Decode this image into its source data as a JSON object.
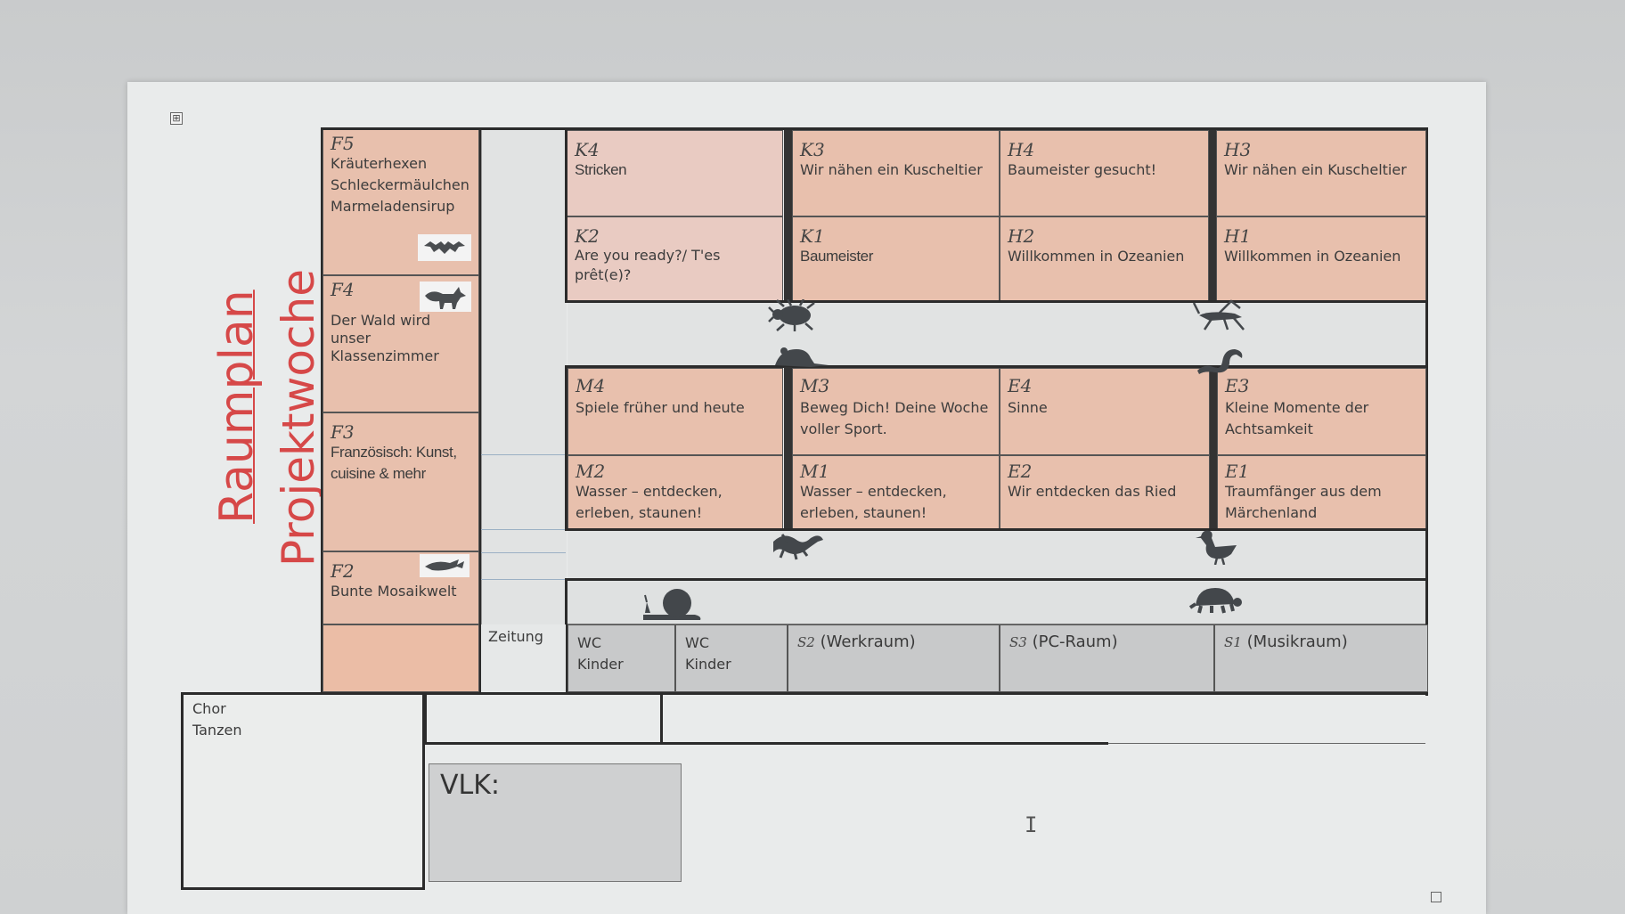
{
  "titles": {
    "raumplan": "Raumplan",
    "projektwoche": "Projektwoche"
  },
  "rooms": {
    "F5": {
      "code": "F5",
      "lines": [
        "Kräuterhexen",
        "Schleckermäulchen",
        "Marmeladensirup"
      ],
      "icon": "bat-icon"
    },
    "F4": {
      "code": "F4",
      "lines": [
        "Der Wald wird",
        "unser",
        "Klassenzimmer"
      ],
      "icon": "fox-icon"
    },
    "F3": {
      "code": "F3",
      "lines": [
        "Französisch: Kunst,",
        "cuisine & mehr"
      ]
    },
    "F2": {
      "code": "F2",
      "lines": [
        "Bunte Mosaikwelt"
      ],
      "icon": "fish-icon"
    },
    "K4": {
      "code": "K4",
      "text": "Stricken"
    },
    "K3": {
      "code": "K3",
      "text": "Wir nähen ein Kuscheltier"
    },
    "H4": {
      "code": "H4",
      "text": "Baumeister gesucht!"
    },
    "H3": {
      "code": "H3",
      "text": "Wir nähen ein Kuscheltier"
    },
    "K2": {
      "code": "K2",
      "lines": [
        "Are you ready?/ T'es",
        "prêt(e)?"
      ]
    },
    "K1": {
      "code": "K1",
      "text": "Baumeister"
    },
    "H2": {
      "code": "H2",
      "text": "Willkommen in Ozeanien"
    },
    "H1": {
      "code": "H1",
      "text": "Willkommen in Ozeanien"
    },
    "M4": {
      "code": "M4",
      "text": "Spiele früher und heute"
    },
    "M3": {
      "code": "M3",
      "lines": [
        "Beweg Dich! Deine Woche",
        "voller Sport."
      ]
    },
    "E4": {
      "code": "E4",
      "text": "Sinne"
    },
    "E3": {
      "code": "E3",
      "lines": [
        "Kleine Momente der",
        "Achtsamkeit"
      ]
    },
    "M2": {
      "code": "M2",
      "lines": [
        "Wasser – entdecken,",
        "erleben, staunen!"
      ]
    },
    "M1": {
      "code": "M1",
      "lines": [
        "Wasser – entdecken,",
        "erleben, staunen!"
      ]
    },
    "E2": {
      "code": "E2",
      "text": "Wir entdecken das Ried"
    },
    "E1": {
      "code": "E1",
      "lines": [
        "Traumfänger aus dem",
        "Märchenland"
      ]
    }
  },
  "bottom_row": {
    "zeitung": "Zeitung",
    "wc1": [
      "WC",
      "Kinder"
    ],
    "wc2": [
      "WC",
      "Kinder"
    ],
    "s2": {
      "code": "S2",
      "label": "(Werkraum)"
    },
    "s3": {
      "code": "S3",
      "label": "(PC-Raum)"
    },
    "s1": {
      "code": "S1",
      "label": "(Musikraum)"
    }
  },
  "chor": [
    "Chor",
    "Tanzen"
  ],
  "vlk": "VLK:",
  "animals": [
    "beetle-icon",
    "grasshopper-icon",
    "mouse-icon",
    "lizard-icon",
    "salamander-icon",
    "duck-icon",
    "snail-icon",
    "turtle-icon"
  ],
  "colors": {
    "room": "#e8c0ad",
    "title": "#d64848",
    "service": "#c8c9ca"
  }
}
